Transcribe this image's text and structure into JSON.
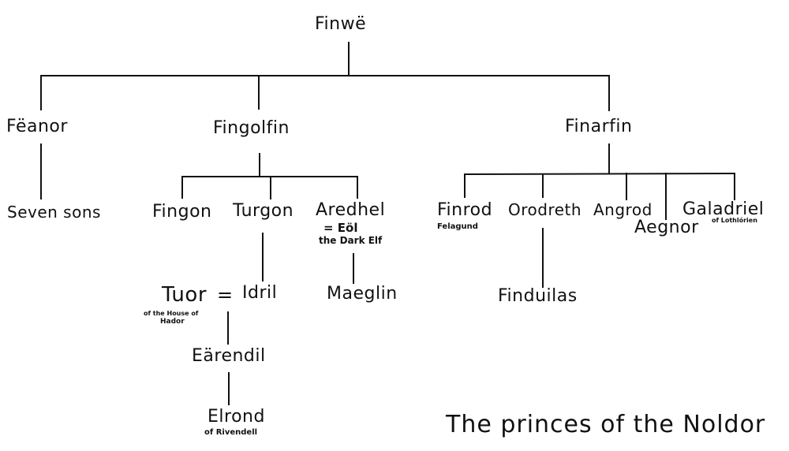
{
  "diagram": {
    "title": "The princes of the Noldor",
    "type": "family-tree",
    "line_color": "#111111",
    "background": "#ffffff",
    "nodes": {
      "finwe": {
        "name": "Finwë"
      },
      "feanor": {
        "name": "Fëanor"
      },
      "fingolfin": {
        "name": "Fingolfin"
      },
      "finarfin": {
        "name": "Finarfin"
      },
      "seven_sons": {
        "name": "Seven sons"
      },
      "fingon": {
        "name": "Fingon"
      },
      "turgon": {
        "name": "Turgon"
      },
      "aredhel": {
        "name": "Aredhel",
        "spouse": "= Eöl",
        "spouse_note": "the Dark Elf"
      },
      "tuor": {
        "name": "Tuor",
        "note_line1": "of the House of",
        "note_line2": "Hador"
      },
      "marriage_sign": "=",
      "idril": {
        "name": "Idril"
      },
      "maeglin": {
        "name": "Maeglin"
      },
      "earendil": {
        "name": "Eärendil"
      },
      "elrond": {
        "name": "Elrond",
        "note": "of Rivendell"
      },
      "finrod": {
        "name": "Finrod",
        "note": "Felagund"
      },
      "orodreth": {
        "name": "Orodreth"
      },
      "angrod": {
        "name": "Angrod"
      },
      "aegnor": {
        "name": "Aegnor"
      },
      "galadriel": {
        "name": "Galadriel",
        "note": "of Lothlórien"
      },
      "finduilas": {
        "name": "Finduilas"
      }
    },
    "edges": [
      [
        "Finwë",
        "Fëanor"
      ],
      [
        "Finwë",
        "Fingolfin"
      ],
      [
        "Finwë",
        "Finarfin"
      ],
      [
        "Fëanor",
        "Seven sons"
      ],
      [
        "Fingolfin",
        "Fingon"
      ],
      [
        "Fingolfin",
        "Turgon"
      ],
      [
        "Fingolfin",
        "Aredhel"
      ],
      [
        "Turgon",
        "Idril"
      ],
      [
        "Aredhel",
        "Maeglin"
      ],
      [
        "Tuor = Idril",
        "Eärendil"
      ],
      [
        "Eärendil",
        "Elrond"
      ],
      [
        "Finarfin",
        "Finrod"
      ],
      [
        "Finarfin",
        "Orodreth"
      ],
      [
        "Finarfin",
        "Angrod"
      ],
      [
        "Finarfin",
        "Aegnor"
      ],
      [
        "Finarfin",
        "Galadriel"
      ],
      [
        "Orodreth",
        "Finduilas"
      ]
    ]
  }
}
